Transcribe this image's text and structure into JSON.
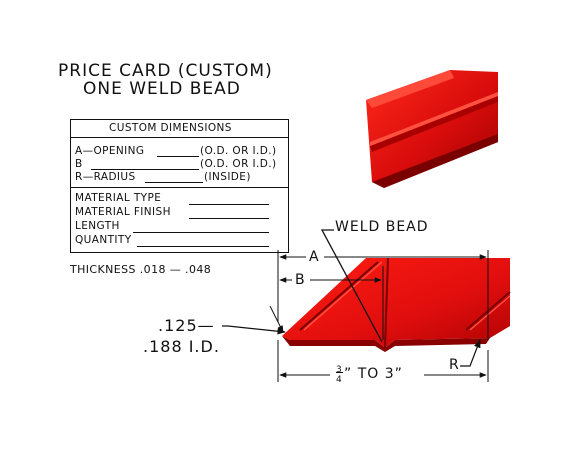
{
  "title": {
    "line1": "PRICE CARD (CUSTOM)",
    "line2": "ONE WELD BEAD"
  },
  "spec_table": {
    "header": "CUSTOM DIMENSIONS",
    "rows": [
      {
        "label": "A—OPENING",
        "note": "(O.D.  OR  I.D.)"
      },
      {
        "label": "B",
        "note": "(O.D.  OR  I.D.)"
      },
      {
        "label": "R—RADIUS",
        "note": "(INSIDE)"
      }
    ],
    "material_rows": [
      {
        "label": "MATERIAL TYPE"
      },
      {
        "label": "MATERIAL FINISH"
      },
      {
        "label": "LENGTH"
      },
      {
        "label": "QUANTITY"
      }
    ]
  },
  "thickness": "THICKNESS .018  —  .048",
  "drawing": {
    "weld_bead_label": "WELD BEAD",
    "dim_a": "A",
    "dim_b": "B",
    "dim_r": "R",
    "radius_line1": ".125—",
    "radius_line2": ".188 I.D.",
    "width_range_num": "3",
    "width_range_den": "4",
    "width_range_rest": "”  TO  3”",
    "colors": {
      "profile_red": "#e01010",
      "profile_dark": "#8a0000",
      "line": "#111111"
    }
  }
}
